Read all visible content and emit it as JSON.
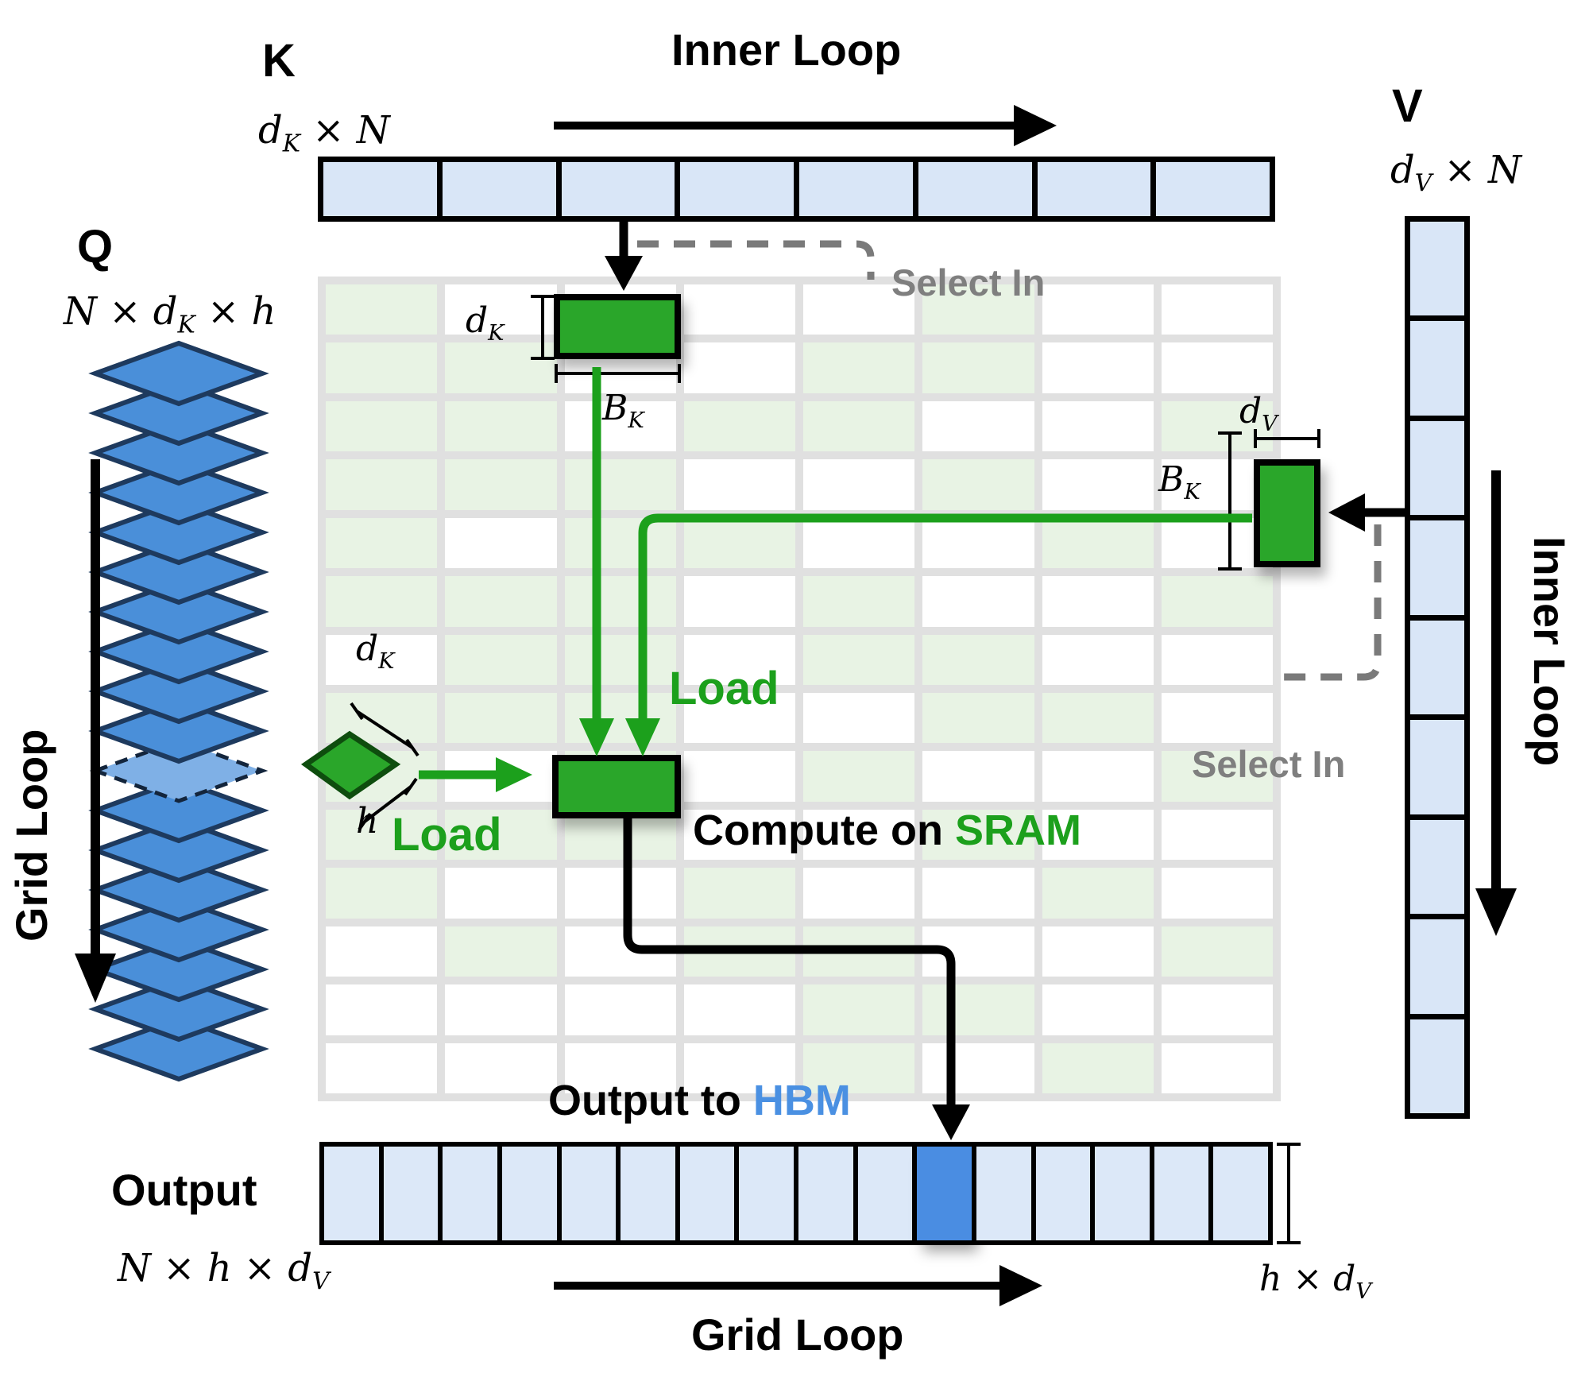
{
  "k": {
    "title": "K",
    "dims": "d_{K} × N",
    "cells": 8
  },
  "q": {
    "title": "Q",
    "dims": "N × d_{K} × h",
    "stack_count": 18,
    "highlight_index": 10
  },
  "v": {
    "title": "V",
    "dims": "d_{V} × N",
    "cells": 9
  },
  "output": {
    "title": "Output",
    "dims": "N × h × d_{V}",
    "cells": 16,
    "highlight_index": 10,
    "height_label": "h × d_{V}"
  },
  "loops": {
    "top": "Inner Loop",
    "left": "Grid Loop",
    "right": "Inner Loop",
    "bottom": "Grid Loop"
  },
  "select_in": {
    "left": "Select In",
    "right": "Select In"
  },
  "load": {
    "upper": "Load",
    "lower": "Load"
  },
  "compute": {
    "prefix": "Compute on ",
    "highlight": "SRAM"
  },
  "output_to": {
    "prefix": "Output to ",
    "highlight": "HBM"
  },
  "dim_labels": {
    "k_block_height": "d_{K}",
    "k_block_width": "B_{K}",
    "v_block_width": "d_{V}",
    "v_block_height": "B_{K}",
    "q_tile_width": "d_{K}",
    "q_tile_height": "h"
  },
  "colors": {
    "accent_green": "#1ca01c",
    "block_green": "#2aa62a",
    "pale_green_cell": "#e8f3e4",
    "light_blue_cell": "#d9e6f7",
    "highlight_blue": "#4a8de2",
    "hbm_blue": "#4a90e2",
    "gray": "#7f7f7f",
    "diamond_blue": "#4a8fd9"
  },
  "grid": {
    "rows": 14,
    "cols": 8,
    "cells": [
      [
        1,
        0,
        0,
        0,
        0,
        1,
        0,
        0
      ],
      [
        1,
        1,
        0,
        0,
        1,
        1,
        0,
        0
      ],
      [
        1,
        1,
        0,
        1,
        1,
        0,
        0,
        1
      ],
      [
        1,
        1,
        1,
        0,
        0,
        1,
        0,
        0
      ],
      [
        1,
        0,
        1,
        1,
        0,
        0,
        1,
        0
      ],
      [
        1,
        1,
        1,
        0,
        1,
        0,
        0,
        1
      ],
      [
        0,
        1,
        1,
        0,
        1,
        1,
        0,
        0
      ],
      [
        1,
        1,
        1,
        0,
        0,
        1,
        1,
        0
      ],
      [
        1,
        0,
        1,
        0,
        1,
        0,
        0,
        1
      ],
      [
        1,
        1,
        1,
        0,
        0,
        1,
        0,
        0
      ],
      [
        1,
        0,
        0,
        1,
        0,
        0,
        1,
        0
      ],
      [
        0,
        1,
        0,
        1,
        1,
        0,
        0,
        1
      ],
      [
        0,
        0,
        0,
        0,
        1,
        1,
        0,
        0
      ],
      [
        0,
        0,
        0,
        0,
        1,
        0,
        1,
        0
      ]
    ]
  }
}
